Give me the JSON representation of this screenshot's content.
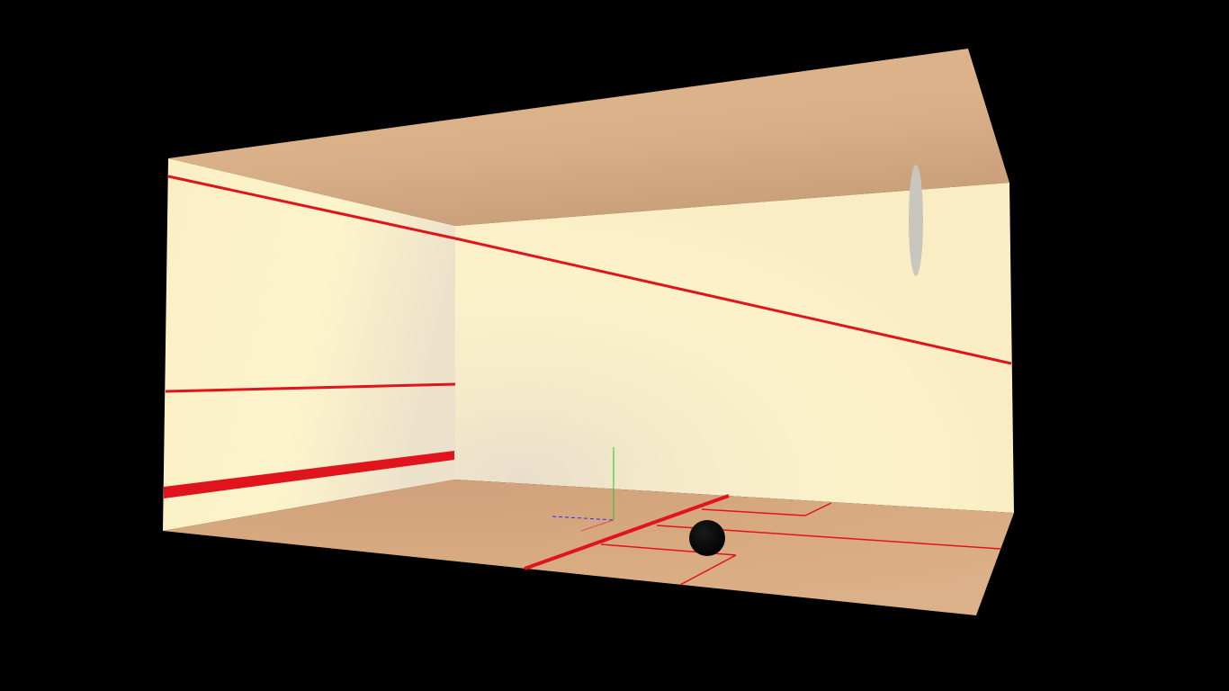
{
  "scene": {
    "type": "3d-squash-court-viewport",
    "background_color": "#000000",
    "colors": {
      "wall_light": "#fdf4c8",
      "wall_shadow": "#e6dcc8",
      "ceiling": "#d9b088",
      "floor": "#d6a67c",
      "court_lines": "#e0141c",
      "ball": "#000000",
      "light_marker": "#c9c6bf",
      "axis_x": "#2a2aff",
      "axis_y": "#22cc22",
      "axis_z": "#e05050"
    },
    "objects": [
      "ceiling",
      "left-wall",
      "front-wall",
      "floor",
      "court-lines",
      "ball",
      "axis-gizmo",
      "light-marker"
    ]
  }
}
